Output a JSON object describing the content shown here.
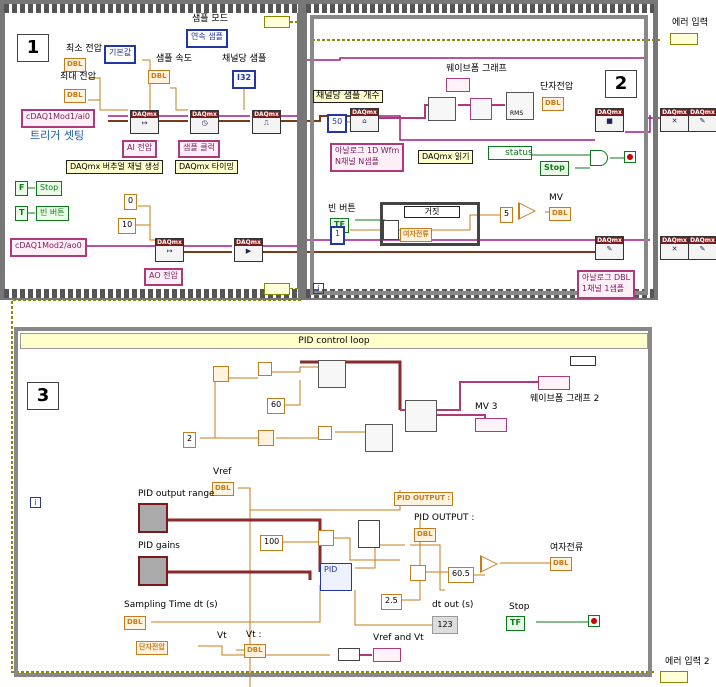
{
  "section_numbers": {
    "s1": "1",
    "s2": "2",
    "s3": "3"
  },
  "frame1": {
    "min_voltage": "최소 전압",
    "max_voltage": "최대 전압",
    "dbl": "DBL",
    "default": "기본값",
    "sample_rate": "샘플 속도",
    "sample_mode": "샘플 모드",
    "continuous": "연속 샘플",
    "samples_per_channel": "채널당 샘플",
    "i32": "I32",
    "ai_channel": "cDAQ1Mod1/ai0",
    "trigger": "트리거 셋팅",
    "ai_voltage": "AI 전압",
    "sample_clock": "샘플 클럭",
    "create_channel": "DAQmx 버추얼 채널 생성",
    "timing": "DAQmx 타이밍",
    "f_const": "F",
    "t_const": "T",
    "stop": "Stop",
    "empty_button": "빈 버튼",
    "const_0": "0",
    "const_10": "10",
    "ao_channel": "cDAQ1Mod2/ao0",
    "ao_voltage": "AO 전압"
  },
  "frame2": {
    "waveform_graph": "웨이브폼 그래프",
    "samples_per_channel": "채널당 샘플 개수",
    "const_50": "50",
    "rms": "RMS",
    "terminal_voltage": "단자전압",
    "dbl": "DBL",
    "analog_1d_line1": "아날로그 1D Wfm",
    "analog_1d_line2": "N채널 N샘플",
    "read": "DAQmx 읽기",
    "status": "status",
    "stop": "Stop",
    "empty_button": "빈 버튼",
    "tf": "TF",
    "false_case": "거짓",
    "excitation_current": "여자전류",
    "const_5": "5",
    "mv": "MV",
    "const_1": "1",
    "analog_dbl_line1": "아날로그 DBL",
    "analog_dbl_line2": "1채널 1샘플",
    "loop_index": "i"
  },
  "error_in": "에러 입력",
  "error_in_2": "에러 입력 2",
  "frame3": {
    "title": "PID control loop",
    "const_60": "60",
    "const_2": "2",
    "waveform_graph_2": "웨이브폼 그래프 2",
    "mv3": "MV 3",
    "vref": "Vref",
    "dbl": "DBL",
    "pid_output_range": "PID output range",
    "pid_gains": "PID gains",
    "pid_output_1": "PID OUTPUT :",
    "pid_output_2": "PID OUTPUT :",
    "const_100": "100",
    "pid_block": "PID",
    "const_60_5": "60.5",
    "const_2_5": "2.5",
    "excitation_current": "여자전류",
    "sampling_time": "Sampling Time dt (s)",
    "dt_out": "dt out (s)",
    "i123": "123",
    "stop": "Stop",
    "tf": "TF",
    "terminal_voltage": "단자전압",
    "vt": "Vt",
    "vt_colon": "Vt :",
    "vref_and_vt": "Vref and Vt",
    "loop_index": "i"
  }
}
